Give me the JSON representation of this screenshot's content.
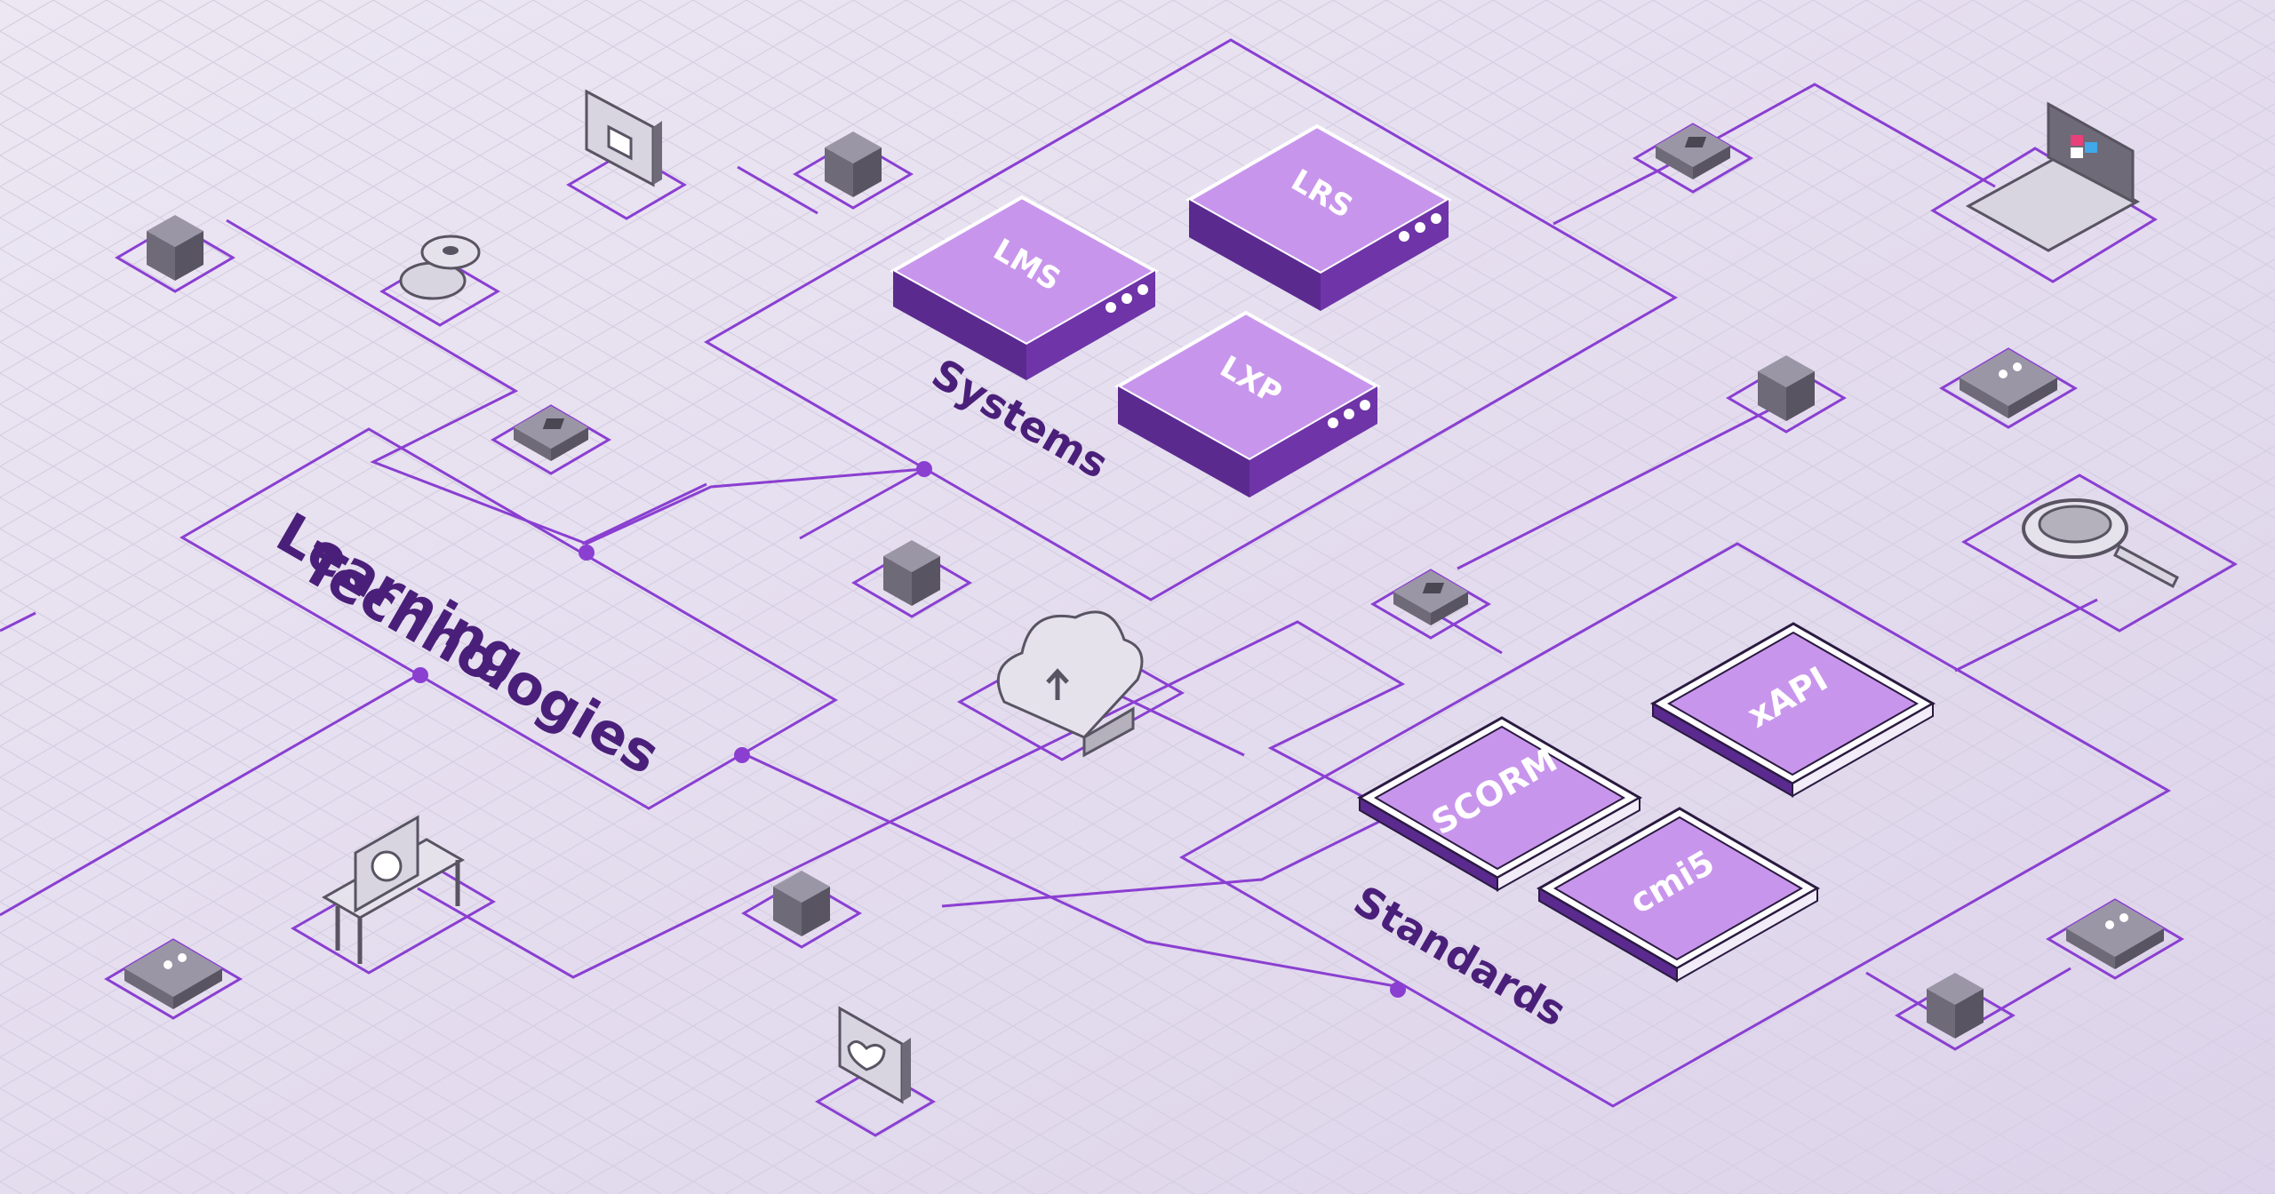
{
  "title": {
    "line1": "Learning",
    "line2": "Technologies"
  },
  "systems": {
    "label": "Systems",
    "items": [
      {
        "label": "LMS"
      },
      {
        "label": "LRS"
      },
      {
        "label": "LXP"
      }
    ]
  },
  "standards": {
    "label": "Standards",
    "items": [
      {
        "label": "SCORM"
      },
      {
        "label": "xAPI"
      },
      {
        "label": "cmi5"
      }
    ]
  },
  "icons": [
    "cube-icon",
    "router-icon",
    "laptop-icon",
    "cloud-upload-icon",
    "gear-icon",
    "like-badge-icon",
    "heart-badge-icon",
    "desk-monitor-icon",
    "magnifier-icon",
    "chip-icon"
  ],
  "colors": {
    "background": "#e8e2f0",
    "line": "#8a3fd1",
    "box_top": "#c895ec",
    "box_side": "#5a2a8f",
    "label": "#4a1f7a",
    "device": "#6e6a78"
  }
}
